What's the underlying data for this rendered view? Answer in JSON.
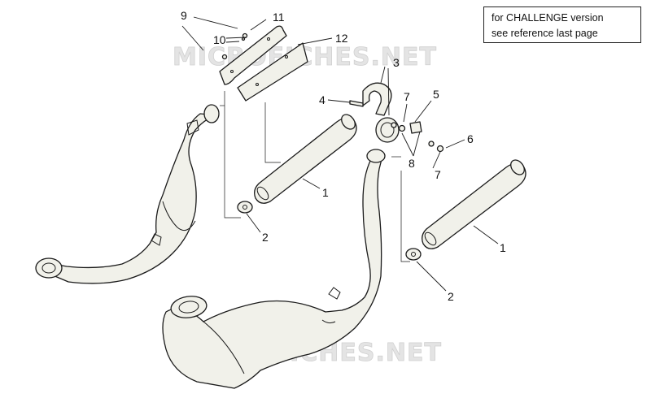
{
  "note": {
    "line1": "for CHALLENGE version",
    "line2": "see reference last page"
  },
  "watermark": "MICROFICHES.NET",
  "callouts": {
    "c9": "9",
    "c10": "10",
    "c11": "11",
    "c12": "12",
    "c3": "3",
    "c4": "4",
    "c7a": "7",
    "c5": "5",
    "c6": "6",
    "c8": "8",
    "c7b": "7",
    "c1a": "1",
    "c2a": "2",
    "c1b": "1",
    "c2b": "2"
  }
}
